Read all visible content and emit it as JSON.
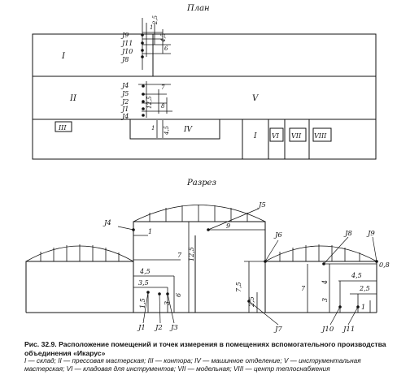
{
  "plan": {
    "title": "План",
    "rooms": {
      "i": "I",
      "ii": "II",
      "iii": "III",
      "iv": "IV",
      "v": "V",
      "i2": "I",
      "vi": "VI",
      "vii": "VII",
      "viii": "VIII"
    },
    "points_upper": [
      "J9",
      "J11",
      "J10",
      "J8"
    ],
    "points_lower": [
      "J4",
      "J5",
      "J2",
      "J1",
      "J4"
    ],
    "dims_upper": [
      "1",
      "2,5",
      "4,5",
      "6"
    ],
    "dims_lower": [
      "7",
      "12,5",
      "8",
      "1",
      "4,5"
    ]
  },
  "section": {
    "title": "Разрез",
    "points": {
      "j1": "J1",
      "j2": "J2",
      "j3": "J3",
      "j4": "J4",
      "j5": "J5",
      "j6": "J6",
      "j7": "J7",
      "j8": "J8",
      "j9": "J9",
      "j10": "J10",
      "j11": "J11"
    },
    "dims": {
      "d1": "1",
      "d9": "9",
      "d12_5": "12,5",
      "d7a": "7",
      "d4_5a": "4,5",
      "d3_5": "3,5",
      "d6": "6",
      "d1_5": "1,5",
      "d3a": "3",
      "d7_5": "7,5",
      "d2_5a": "2,5",
      "d7b": "7",
      "d4": "4",
      "d4_5b": "4,5",
      "d2_5b": "2,5",
      "d3b": "3",
      "d1b": "1",
      "d0_8": "0,8"
    }
  },
  "caption": {
    "title": "Рис. 32.9. Расположение помещений и точек измерения в помещениях вспомогательного производства объединения «Икарус»",
    "legend": "I — склад; II — прессовая мастерская; III — контора; IV — машинное отделение; V — инструментальная мастерская; VI — кладовая для инструментов; VII — модельная; VIII — центр теплоснабжения"
  }
}
